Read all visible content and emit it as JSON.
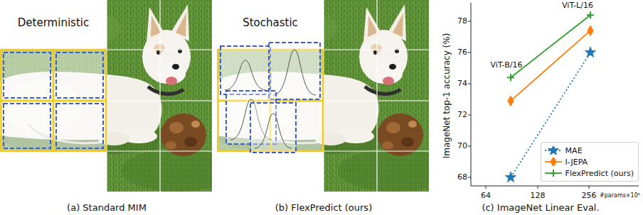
{
  "diagram": {
    "labels": [
      "Deterministic",
      "Stochastic",
      "ImageNet top-1 accuracy (%)",
      "ViT-L/16",
      "78",
      "76",
      "ViT-B/16",
      "74",
      "72",
      "70",
      "68",
      "64",
      "128",
      "256",
      "#params×10⁶",
      "(a) Standard MIM",
      "(b) FlexPredict (ours)",
      "(c) ImageNet Linear Eval."
    ],
    "legend": [
      {
        "text": "MAE"
      },
      {
        "text": "I-JEPA"
      },
      {
        "text": "FlexPredict (ours)"
      }
    ]
  }
}
